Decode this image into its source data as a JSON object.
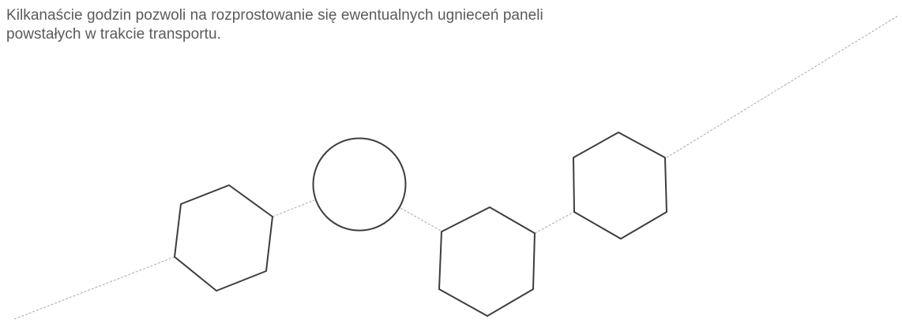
{
  "caption": {
    "line1": "Kilkanaście godzin pozwoli na rozprostowanie się ewentualnych ugnieceń paneli",
    "line2": "powstałych w trakcie transportu."
  },
  "diagram": {
    "shapes": [
      "hexagon",
      "circle",
      "hexagon",
      "hexagon"
    ],
    "line_color": "#a8a8a8",
    "shape_stroke_color": "#3d3d3d"
  }
}
